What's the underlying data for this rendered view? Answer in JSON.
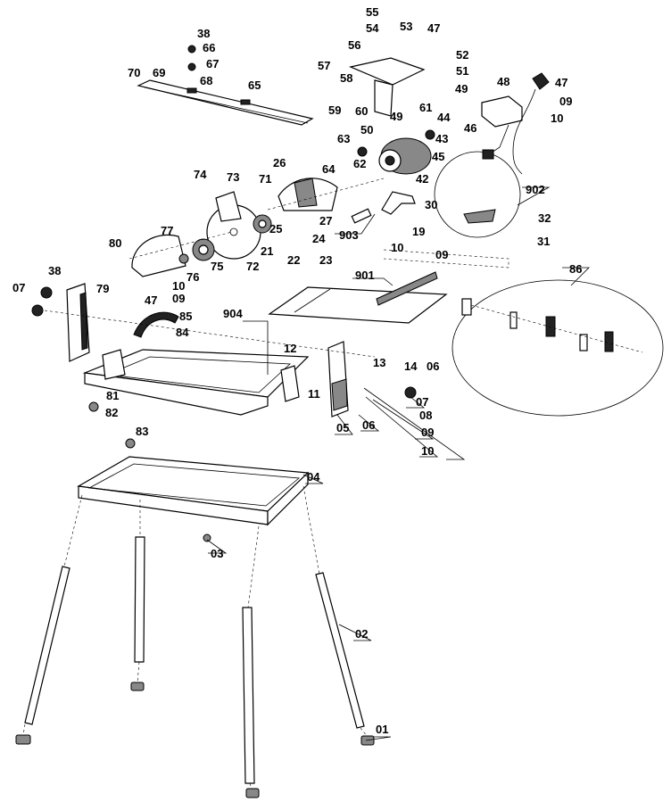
{
  "labels": {
    "l01": "01",
    "l02": "02",
    "l03": "03",
    "l04": "04",
    "l05": "05",
    "l06a": "06",
    "l06b": "06",
    "l07a": "07",
    "l07b": "07",
    "l08": "08",
    "l09a": "09",
    "l09b": "09",
    "l09c": "09",
    "l09d": "09",
    "l10a": "10",
    "l10b": "10",
    "l10c": "10",
    "l10d": "10",
    "l11": "11",
    "l12": "12",
    "l13": "13",
    "l14": "14",
    "l19": "19",
    "l21": "21",
    "l22": "22",
    "l23": "23",
    "l24": "24",
    "l25": "25",
    "l26": "26",
    "l27": "27",
    "l30": "30",
    "l31": "31",
    "l32": "32",
    "l38a": "38",
    "l38b": "38",
    "l42": "42",
    "l43": "43",
    "l44": "44",
    "l45": "45",
    "l46": "46",
    "l47a": "47",
    "l47b": "47",
    "l47c": "47",
    "l48": "48",
    "l49a": "49",
    "l49b": "49",
    "l50": "50",
    "l51": "51",
    "l52": "52",
    "l53": "53",
    "l54": "54",
    "l55": "55",
    "l56": "56",
    "l57": "57",
    "l58": "58",
    "l59": "59",
    "l60": "60",
    "l61": "61",
    "l62": "62",
    "l63": "63",
    "l64": "64",
    "l65": "65",
    "l66": "66",
    "l67": "67",
    "l68": "68",
    "l69": "69",
    "l70": "70",
    "l71": "71",
    "l72": "72",
    "l73": "73",
    "l74": "74",
    "l75": "75",
    "l76": "76",
    "l77": "77",
    "l79": "79",
    "l80": "80",
    "l81": "81",
    "l82": "82",
    "l83": "83",
    "l84": "84",
    "l85": "85",
    "l86": "86",
    "l901": "901",
    "l902": "902",
    "l903": "903",
    "l904": "904"
  }
}
